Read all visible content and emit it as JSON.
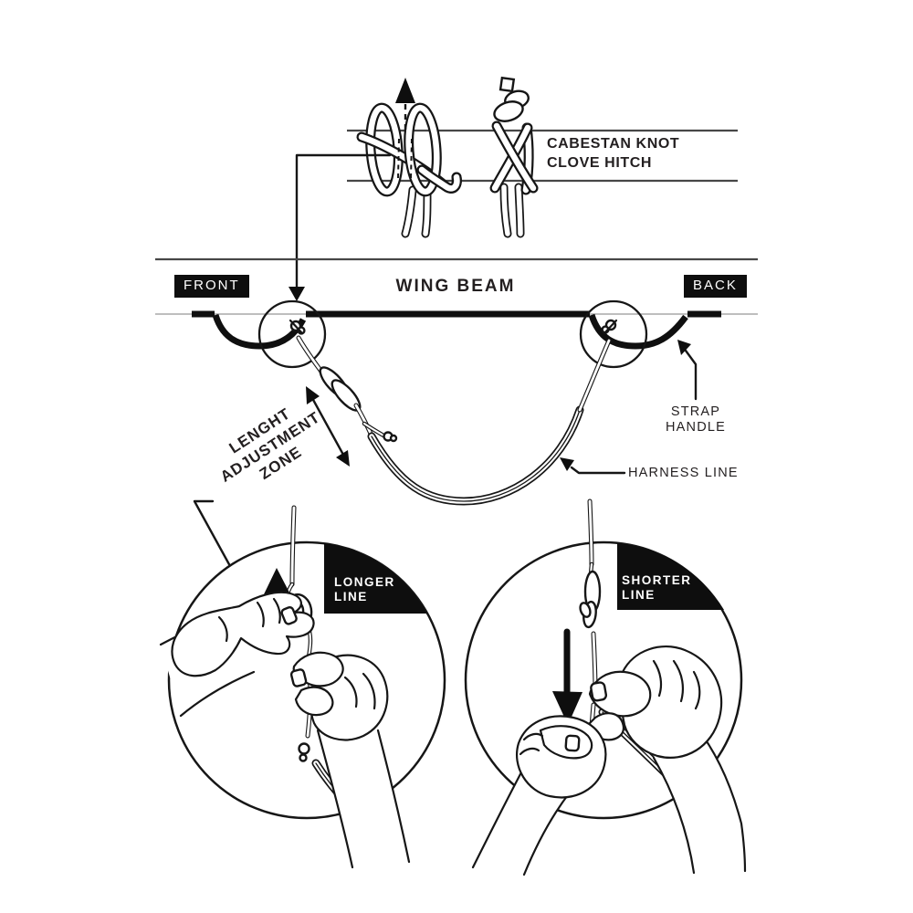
{
  "knot": {
    "label1": "CABESTAN KNOT",
    "label2": "CLOVE HITCH"
  },
  "beam": {
    "front": "FRONT",
    "title": "WING BEAM",
    "back": "BACK"
  },
  "zone": {
    "l1": "LENGHT",
    "l2": "ADJUSTMENT",
    "l3": "ZONE"
  },
  "strap": {
    "l1": "STRAP",
    "l2": "HANDLE"
  },
  "harness": {
    "label": "HARNESS LINE"
  },
  "longer": {
    "l1": "LONGER",
    "l2": "LINE"
  },
  "shorter": {
    "l1": "SHORTER",
    "l2": "LINE"
  },
  "colors": {
    "ink": "#231f20",
    "background": "#ffffff",
    "badge_bg": "#0e0e0e",
    "badge_text": "#ffffff"
  }
}
